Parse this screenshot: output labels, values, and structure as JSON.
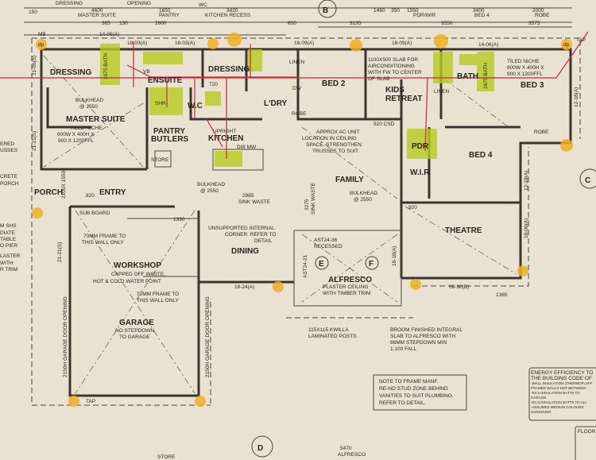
{
  "colors": {
    "paper": "#e9e2d2",
    "ink": "#2a2622",
    "plumbing_highlight": "#b7cc1f",
    "downpipe_highlight": "#f0b020",
    "plumbing_line": "#c8283a"
  },
  "grid_markers": {
    "b": "B",
    "c": "C",
    "d": "D",
    "e": "E",
    "f": "F"
  },
  "top_dims": {
    "dressing": "DRESSING",
    "opening": "OPENING",
    "d150": "150",
    "d4600": "4600",
    "master_suite": "MASTER SUITE",
    "d1650": "1650",
    "pantry": "PANTRY",
    "wc": "WC",
    "d3420": "3420",
    "kitchen_recess": "KITCHEN RECESS",
    "d365": "365",
    "d130": "130",
    "d2600": "2600",
    "d1460": "1460",
    "d350": "350",
    "d1550": "1550",
    "pdr_wir": "PDR/WIR",
    "d3400": "3400",
    "bed4": "BED 4",
    "d2000": "2000",
    "robe": "ROBE",
    "d3135": "3135",
    "d3550": "3550",
    "d3575": "3575",
    "d850": "850"
  },
  "wall_codes": {
    "a": "14-06(A)",
    "b": "18-03(A)",
    "c": "18-03(A)",
    "d": "18-09(A)",
    "e": "18-09(A)",
    "f": "14-06(A)",
    "g": "21-06(S)",
    "h": "21-21(S)",
    "i": "21-21(S)",
    "j": "12-18(A)",
    "k": "12-18(A)",
    "l": "18-09(A)",
    "m": "18-24(A)",
    "n": "18-18(A)",
    "o": "08-30(B)"
  },
  "rooms": {
    "dressing1": "DRESSING",
    "ensuite": "ENSUITE",
    "dressing2": "DRESSING",
    "master_suite": "MASTER SUITE",
    "wc": "W.C",
    "ldry": "L'DRY",
    "pantry": "PANTRY",
    "butlers": "BUTLERS",
    "kitchen": "KITCHEN",
    "upright": "UPRIGHT",
    "dw_mw": "DW MW",
    "store": "STORE",
    "bed2": "BED 2",
    "kids": "KIDS",
    "retreat": "RETREAT",
    "bath": "BATH",
    "bed3": "BED 3",
    "linen": "LINEN",
    "linen2": "LINEN",
    "robe": "ROBE",
    "robe2": "ROBE",
    "dw": "DW",
    "pdr": "PDR",
    "wir": "W.I.R",
    "bed4": "BED 4",
    "family": "FAMILY",
    "entry": "ENTRY",
    "porch": "PORCH",
    "workshop": "WORKSHOP",
    "garage": "GARAGE",
    "dining": "DINING",
    "theatre": "THEATRE",
    "alfresco": "ALFRESCO",
    "shr": "SHR",
    "bath_fixture": "1675 BATH",
    "bath_fixture2": "1675 BATH"
  },
  "notes": {
    "bulkhead": "BULKHEAD",
    "at2550": "@ 2550",
    "niche1": "TILED NICHE",
    "niche2": "600W X 400H X",
    "niche3": "900 X 1200FFL",
    "slab1": "1100X500 SLAB FOR",
    "slab2": "AIRCONDITIONING",
    "slab3": "WITH FW TO CENTER",
    "slab4": "OF SLAB",
    "ac1": "APPROX AC UNIT",
    "ac2": "LOCATION IN CEILING",
    "ac3": "SPACE. STRENGTHEN",
    "ac4": "TRUSSES TO SUIT.",
    "sink_waste": "SINK WASTE",
    "d2985": "2985",
    "d3275": "3275",
    "csd": "920 CSD",
    "frame1": "70MM FRAME TO",
    "frame2": "THIS WALL ONLY",
    "capped1": "CAPPED OFF WASTE,",
    "capped2": "HOT & COLD WATER POINT",
    "nostep1": "NO STEPDOWN",
    "nostep2": "TO GARAGE",
    "unsup1": "UNSUPPORTED INTERNAL",
    "unsup2": "CORNER. REFER TO",
    "unsup3": "DETAIL",
    "ast1": "AST24-36",
    "ast2": "RECESSED",
    "ast3": "AST24-21",
    "plaster1": "PLASTER CEILING",
    "plaster2": "WITH TIMBER TRIM",
    "posts1": "115X115 KWILLA",
    "posts2": "LAMINATED POSTS",
    "broom1": "BROOM FINISHED INTEGRAL",
    "broom2": "SLAB TO ALFRESCO WITH",
    "broom3": "86MM STEPDOWN MIN",
    "broom4": "1:100 FALL",
    "frame_note1": "NOTE TO FRAME MANF.",
    "frame_note2": "RE-NO STUD ZONE BEHIND",
    "frame_note3": "VANITIES TO SUIT PLUMBING.",
    "frame_note4": "REFER TO DETAIL.",
    "garage_door": "2150H GARAGE DOOR OPENING",
    "sub_board": "SUB BOARD",
    "tap": "TAP",
    "tap2": "TAP",
    "d1330": "1330",
    "d820": "820",
    "d920": "920",
    "d720": "720",
    "d1365": "1365",
    "d2100": "2100X 1550",
    "energy1": "ENERGY EFFICIENCY TO",
    "energy2": "THE BUILDING CODE OF",
    "energy3": "-WALL INSULATION (THERMOFLUFF",
    "energy4": "FRAMED WALLS NOT BETWEEN",
    "energy5": "-R3.5 INSULATION BATTS TO",
    "energy6": "GARAGE",
    "energy7": "-R1.5 INSULATION BATTS TO ALL",
    "energy8": "-ASSUMES MEDIUM COLOURS",
    "energy9": "HANDOVER",
    "floor": "FLOOR",
    "left1": "ERED",
    "left2": "USSES",
    "left3": "CRETE",
    "left4": "PORCH",
    "left5": "M SHS",
    "left6": "DIATE",
    "left7": "TABLE",
    "left8": "O PIER",
    "left9": "LASTER",
    "left10": "WITH",
    "left11": "R TRIM",
    "bot1": "5470",
    "bot2": "ALFRESCO",
    "bot3": "STORE",
    "dp": "dp",
    "mb": "MB",
    "vb": "VB"
  }
}
